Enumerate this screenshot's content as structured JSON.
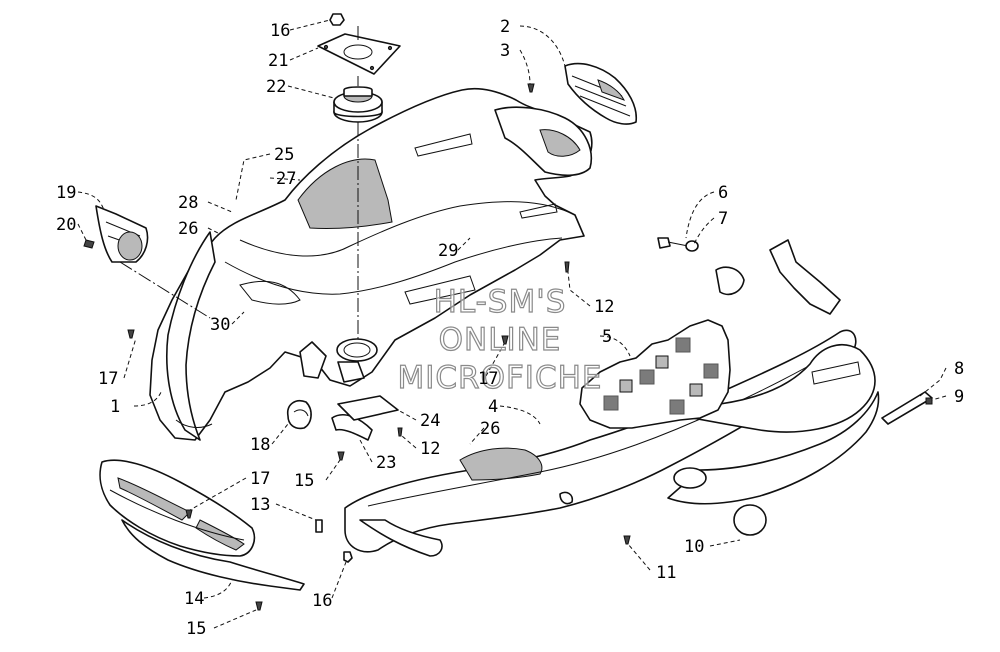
{
  "diagram": {
    "watermark": [
      "HL-SM'S",
      "ONLINE",
      "MICROFICHE"
    ],
    "callouts": [
      {
        "id": "c-16a",
        "label": "16"
      },
      {
        "id": "c-21",
        "label": "21"
      },
      {
        "id": "c-22",
        "label": "22"
      },
      {
        "id": "c-2",
        "label": "2"
      },
      {
        "id": "c-3",
        "label": "3"
      },
      {
        "id": "c-25",
        "label": "25"
      },
      {
        "id": "c-27",
        "label": "27"
      },
      {
        "id": "c-19",
        "label": "19"
      },
      {
        "id": "c-20",
        "label": "20"
      },
      {
        "id": "c-28",
        "label": "28"
      },
      {
        "id": "c-26a",
        "label": "26"
      },
      {
        "id": "c-6",
        "label": "6"
      },
      {
        "id": "c-7",
        "label": "7"
      },
      {
        "id": "c-29",
        "label": "29"
      },
      {
        "id": "c-12a",
        "label": "12"
      },
      {
        "id": "c-30",
        "label": "30"
      },
      {
        "id": "c-5",
        "label": "5"
      },
      {
        "id": "c-17a",
        "label": "17"
      },
      {
        "id": "c-17b",
        "label": "17"
      },
      {
        "id": "c-1",
        "label": "1"
      },
      {
        "id": "c-4",
        "label": "4"
      },
      {
        "id": "c-8",
        "label": "8"
      },
      {
        "id": "c-9",
        "label": "9"
      },
      {
        "id": "c-24",
        "label": "24"
      },
      {
        "id": "c-26b",
        "label": "26"
      },
      {
        "id": "c-18",
        "label": "18"
      },
      {
        "id": "c-12b",
        "label": "12"
      },
      {
        "id": "c-23",
        "label": "23"
      },
      {
        "id": "c-17c",
        "label": "17"
      },
      {
        "id": "c-15a",
        "label": "15"
      },
      {
        "id": "c-13",
        "label": "13"
      },
      {
        "id": "c-10",
        "label": "10"
      },
      {
        "id": "c-11",
        "label": "11"
      },
      {
        "id": "c-14",
        "label": "14"
      },
      {
        "id": "c-16b",
        "label": "16"
      },
      {
        "id": "c-15b",
        "label": "15"
      }
    ]
  }
}
